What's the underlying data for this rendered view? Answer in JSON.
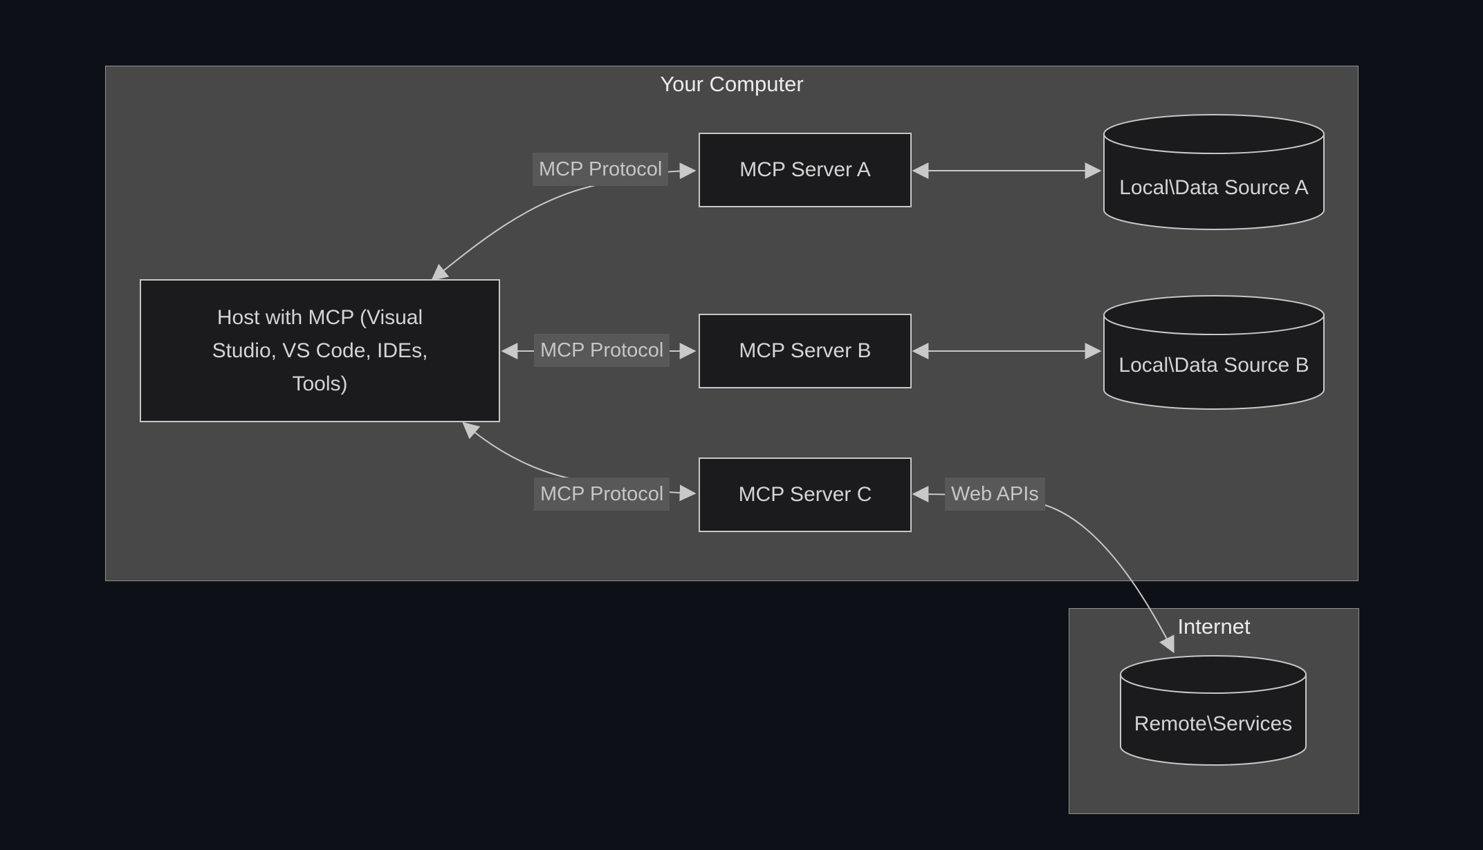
{
  "diagram": {
    "containers": {
      "your_computer": {
        "title": "Your Computer"
      },
      "internet": {
        "title": "Internet"
      }
    },
    "nodes": {
      "host": {
        "label": "Host with MCP (Visual Studio, VS Code, IDEs, Tools)"
      },
      "server_a": {
        "label": "MCP Server A"
      },
      "server_b": {
        "label": "MCP Server B"
      },
      "server_c": {
        "label": "MCP Server C"
      },
      "data_source_a": {
        "label": "Local\\Data Source A"
      },
      "data_source_b": {
        "label": "Local\\Data Source B"
      },
      "remote_services": {
        "label": "Remote\\Services"
      }
    },
    "edge_labels": {
      "host_server_a": "MCP Protocol",
      "host_server_b": "MCP Protocol",
      "host_server_c": "MCP Protocol",
      "server_c_remote": "Web APIs"
    },
    "colors": {
      "page_background": "#0d1117",
      "container_fill": "#484848",
      "container_border": "#8f8f8f",
      "node_fill": "#1b1b1d",
      "node_border": "#c8c8c8",
      "edge_stroke": "#c9c9c9",
      "edge_label_background": "#585858",
      "node_text": "#d4d4d4",
      "title_text": "#ececec"
    }
  }
}
